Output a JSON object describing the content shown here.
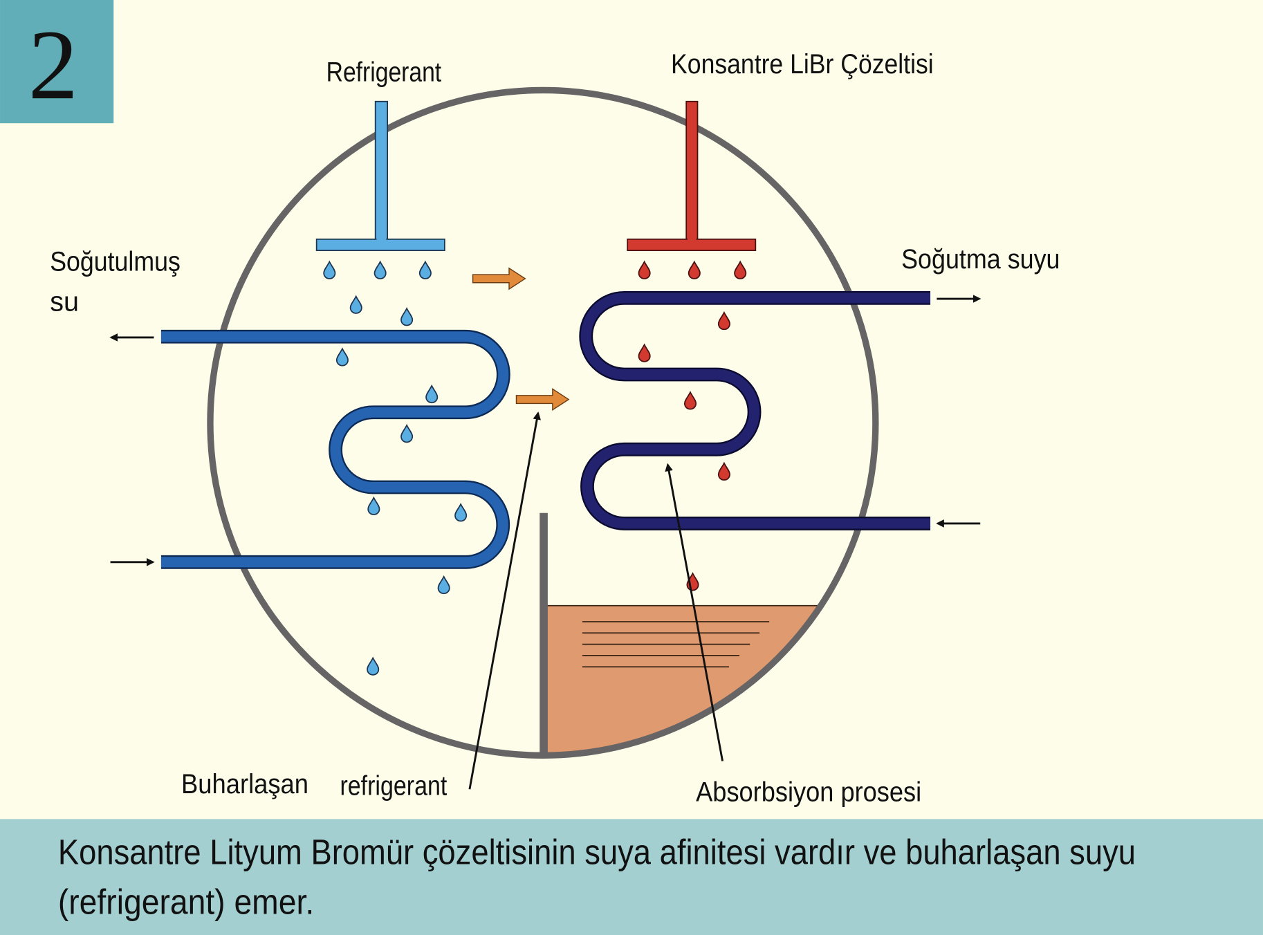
{
  "step_number": "2",
  "labels": {
    "refrigerant_top": "Refrigerant",
    "libr_solution": "Konsantre LiBr Çözeltisi",
    "chilled_water_line1": "Soğutulmuş",
    "chilled_water_line2": "su",
    "cooling_water": "Soğutma suyu",
    "evaporating": "Buharlaşan",
    "refrigerant_bottom": "refrigerant",
    "absorption_process": "Absorbsiyon prosesi"
  },
  "caption": {
    "line1": "Konsantre Lityum Bromür çözeltisinin suya afinitesi vardır ve buharlaşan suyu",
    "line2": "(refrigerant) emer."
  },
  "colors": {
    "background": "#fdfde9",
    "number_box": "#62aeb8",
    "caption_band": "#a3cfd0",
    "vessel": "#666464",
    "refrigerant_blue": "#5aaee2",
    "libr_red": "#d2392f",
    "evaporator_coil": "#2663b0",
    "absorber_coil": "#22226e",
    "vapor_arrow": "#e08a3a",
    "solution_pool": "#e09a70"
  }
}
